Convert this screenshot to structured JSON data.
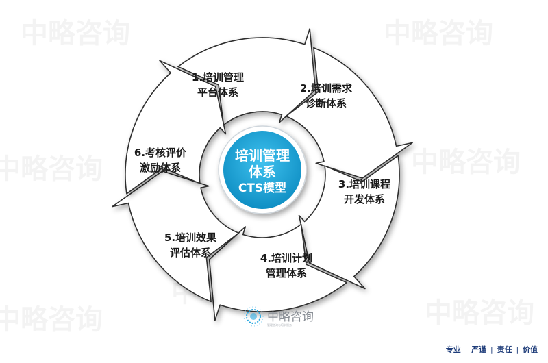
{
  "center": {
    "line1": "培训管理",
    "line2": "体系",
    "line3": "CTS模型"
  },
  "segments": [
    {
      "line1": "1.培训管理",
      "line2": "平台体系"
    },
    {
      "line1": "2.培训需求",
      "line2": "诊断体系"
    },
    {
      "line1": "3.培训课程",
      "line2": "开发体系"
    },
    {
      "line1": "4.培训计划",
      "line2": "管理体系"
    },
    {
      "line1": "5.培训效果",
      "line2": "评估体系"
    },
    {
      "line1": "6.考核评价",
      "line2": "激励体系"
    }
  ],
  "watermark": "中略咨询",
  "logo": {
    "name": "中略咨询",
    "tagline": "管理咨询与培训服务"
  },
  "footer": {
    "item1": "专业",
    "item2": "严谨",
    "item3": "责任",
    "item4": "价值",
    "separator": "|"
  },
  "colors": {
    "center_fill": "#17a4d8",
    "arrow_stroke": "#2e2e2e",
    "footer_text": "#1f3d7a"
  }
}
